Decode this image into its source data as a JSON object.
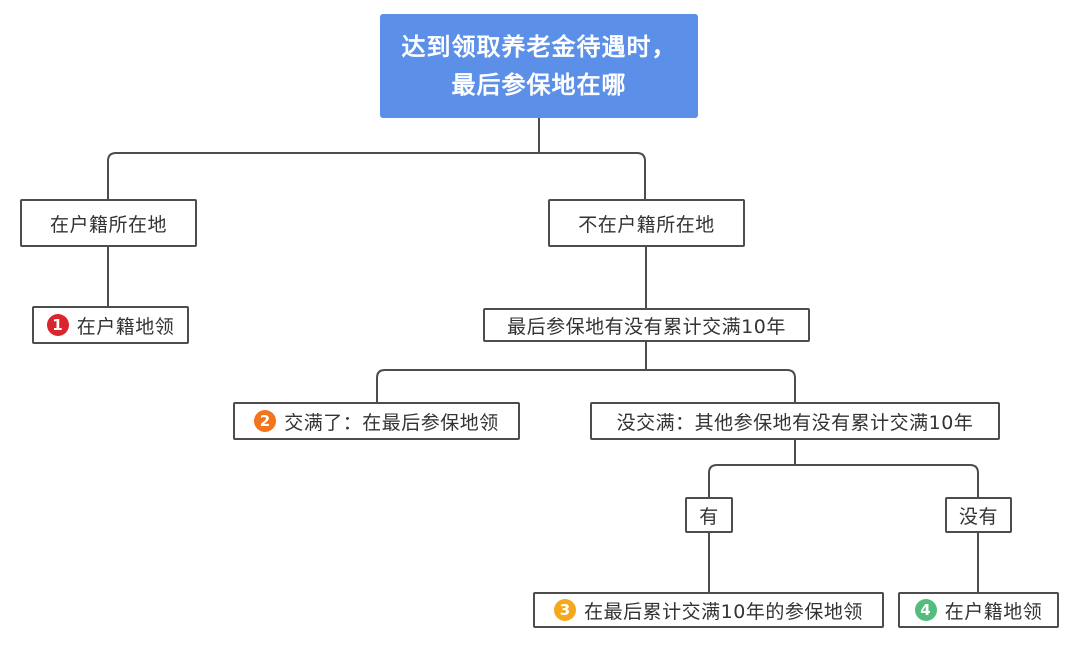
{
  "root": {
    "title_line1": "达到领取养老金待遇时，",
    "title_line2": "最后参保地在哪",
    "bg_color": "#5b8fe8"
  },
  "nodes": {
    "hukou": "在户籍所在地",
    "not_hukou": "不在户籍所在地",
    "last_place_10y": "最后参保地有没有累计交满10年",
    "not_full": "没交满：其他参保地有没有累计交满10年",
    "has": "有",
    "has_not": "没有"
  },
  "results": {
    "r1": {
      "num": "1",
      "label": "在户籍地领",
      "color": "#d9252b"
    },
    "r2": {
      "num": "2",
      "label": "交满了：在最后参保地领",
      "color": "#f2741b"
    },
    "r3": {
      "num": "3",
      "label": "在最后累计交满10年的参保地领",
      "color": "#f5a81c"
    },
    "r4": {
      "num": "4",
      "label": "在户籍地领",
      "color": "#53bd7b"
    }
  },
  "style": {
    "line_color": "#4d4d4d"
  }
}
